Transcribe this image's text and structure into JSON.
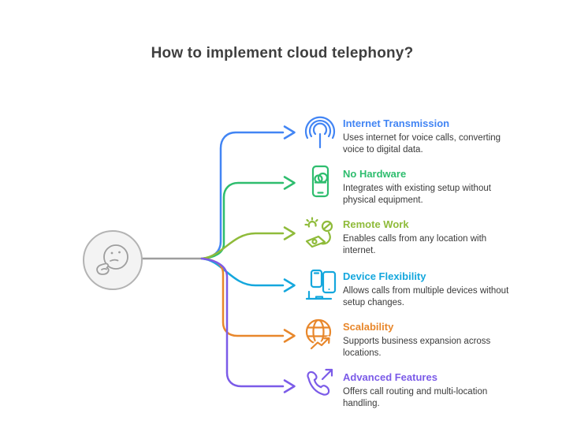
{
  "title": "How to implement cloud telephony?",
  "center_icon": "thinking-face-doodle",
  "items": [
    {
      "title": "Internet Transmission",
      "description": "Uses internet for voice calls, converting voice to digital data.",
      "color": "#4285F4",
      "icon": "broadcast-icon"
    },
    {
      "title": "No Hardware",
      "description": "Integrates with existing setup without physical equipment.",
      "color": "#2EBD6E",
      "icon": "phone-cloud-icon"
    },
    {
      "title": "Remote Work",
      "description": "Enables calls from any location with internet.",
      "color": "#8FBB3A",
      "icon": "remote-work-icon"
    },
    {
      "title": "Device Flexibility",
      "description": "Allows calls from multiple devices without setup changes.",
      "color": "#14A7DD",
      "icon": "multi-device-icon"
    },
    {
      "title": "Scalability",
      "description": "Supports business expansion across locations.",
      "color": "#E8872B",
      "icon": "globe-growth-icon"
    },
    {
      "title": "Advanced Features",
      "description": "Offers call routing and multi-location handling.",
      "color": "#7B5BE8",
      "icon": "call-routing-icon"
    }
  ],
  "colors": {
    "title_text": "#3F3F3F",
    "description_text": "#3A3A3A",
    "connector_gray": "#9E9E9E",
    "node_fill": "#F3F3F3",
    "node_stroke": "#B3B3B3"
  }
}
